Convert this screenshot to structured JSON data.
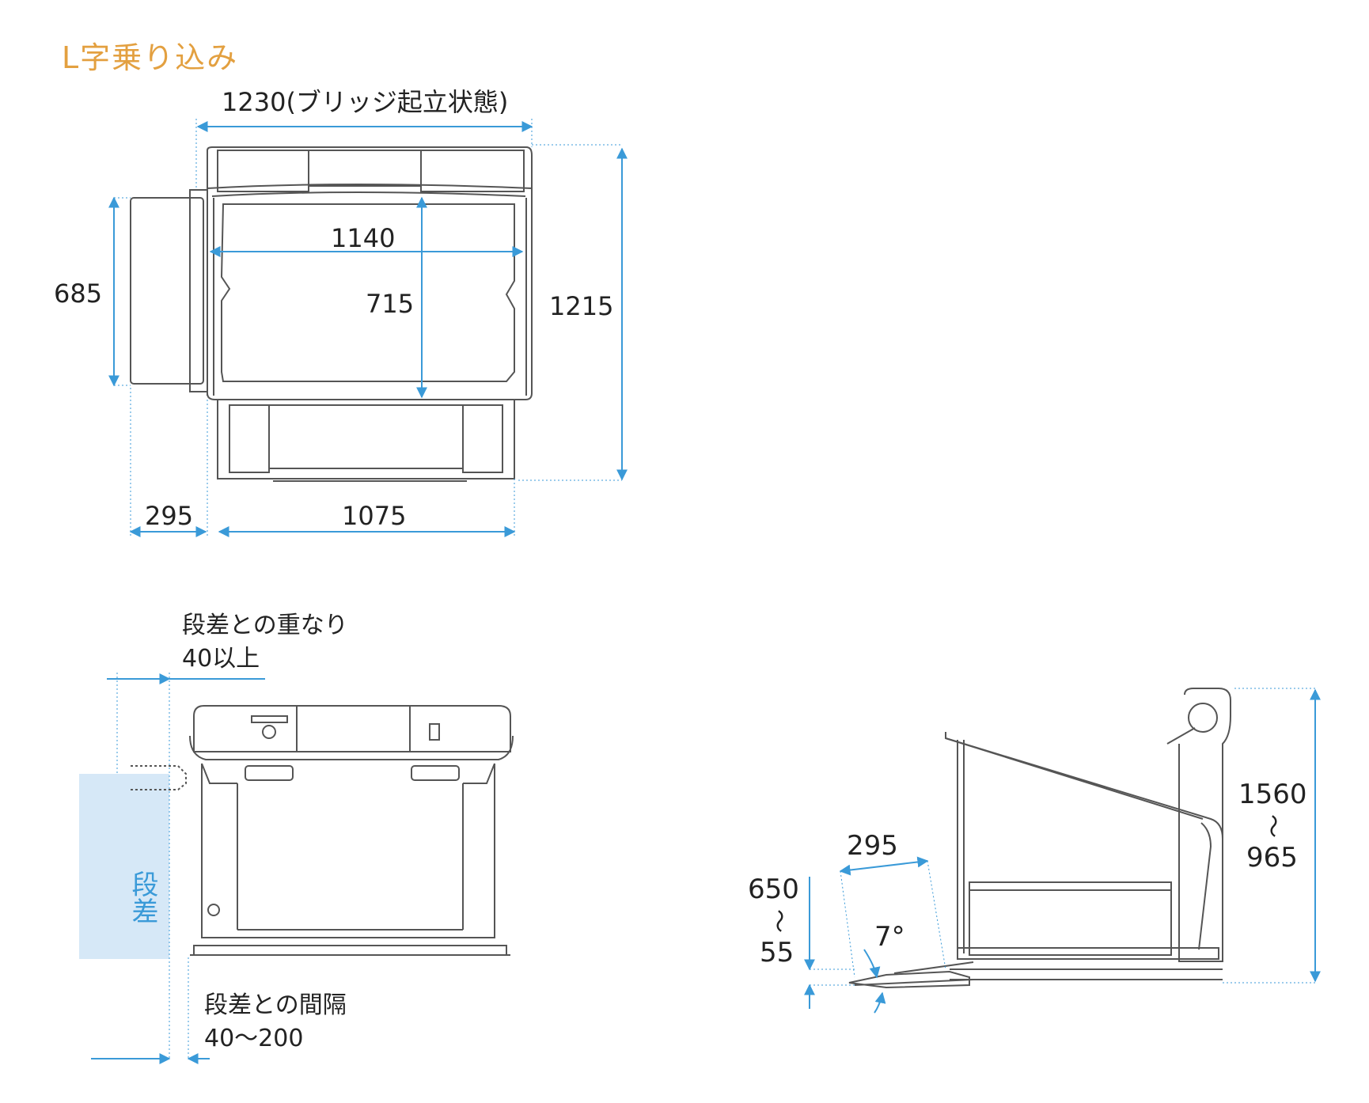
{
  "page_title": "L字乗り込み",
  "colors": {
    "title": "#e3a040",
    "dimension": "#3a9ad8",
    "step_fill": "#d6e8f7",
    "line": "#555555"
  },
  "top_view": {
    "width_bridge_up": "1230(ブリッジ起立状態)",
    "inner_width": "1140",
    "inner_depth": "715",
    "total_depth": "1215",
    "bridge_length": "685",
    "bridge_depth": "295",
    "base_width": "1075"
  },
  "front_view": {
    "overlap_label": "段差との重なり",
    "overlap_value": "40以上",
    "step_label": "段差",
    "gap_label": "段差との間隔",
    "gap_value": "40〜200"
  },
  "side_view": {
    "bridge_length": "295",
    "height_range_top": "650",
    "height_range_bottom": "55",
    "angle": "7°",
    "total_height_top": "1560",
    "total_height_bottom": "965",
    "range_symbol": "〜"
  }
}
